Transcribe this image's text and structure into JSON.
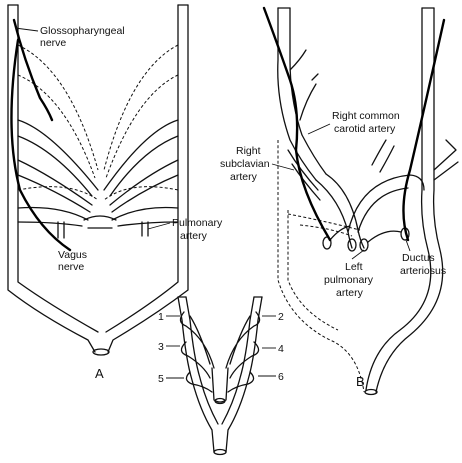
{
  "panels": {
    "a": {
      "letter": "A",
      "labels": {
        "glossopharyngeal": [
          "Glossopharyngeal",
          "nerve"
        ],
        "pulmonary": [
          "Pulmonary",
          "artery"
        ],
        "vagus": [
          "Vagus",
          "nerve"
        ]
      }
    },
    "b": {
      "letter": "B",
      "labels": {
        "right_common_carotid": [
          "Right common",
          "carotid artery"
        ],
        "right_subclavian": [
          "Right",
          "subclavian",
          "artery"
        ],
        "left_pulmonary": [
          "Left",
          "pulmonary",
          "artery"
        ],
        "ductus": [
          "Ductus",
          "arteriosus"
        ]
      }
    },
    "arches": {
      "numbers": [
        "1",
        "2",
        "3",
        "4",
        "5",
        "6"
      ]
    }
  }
}
